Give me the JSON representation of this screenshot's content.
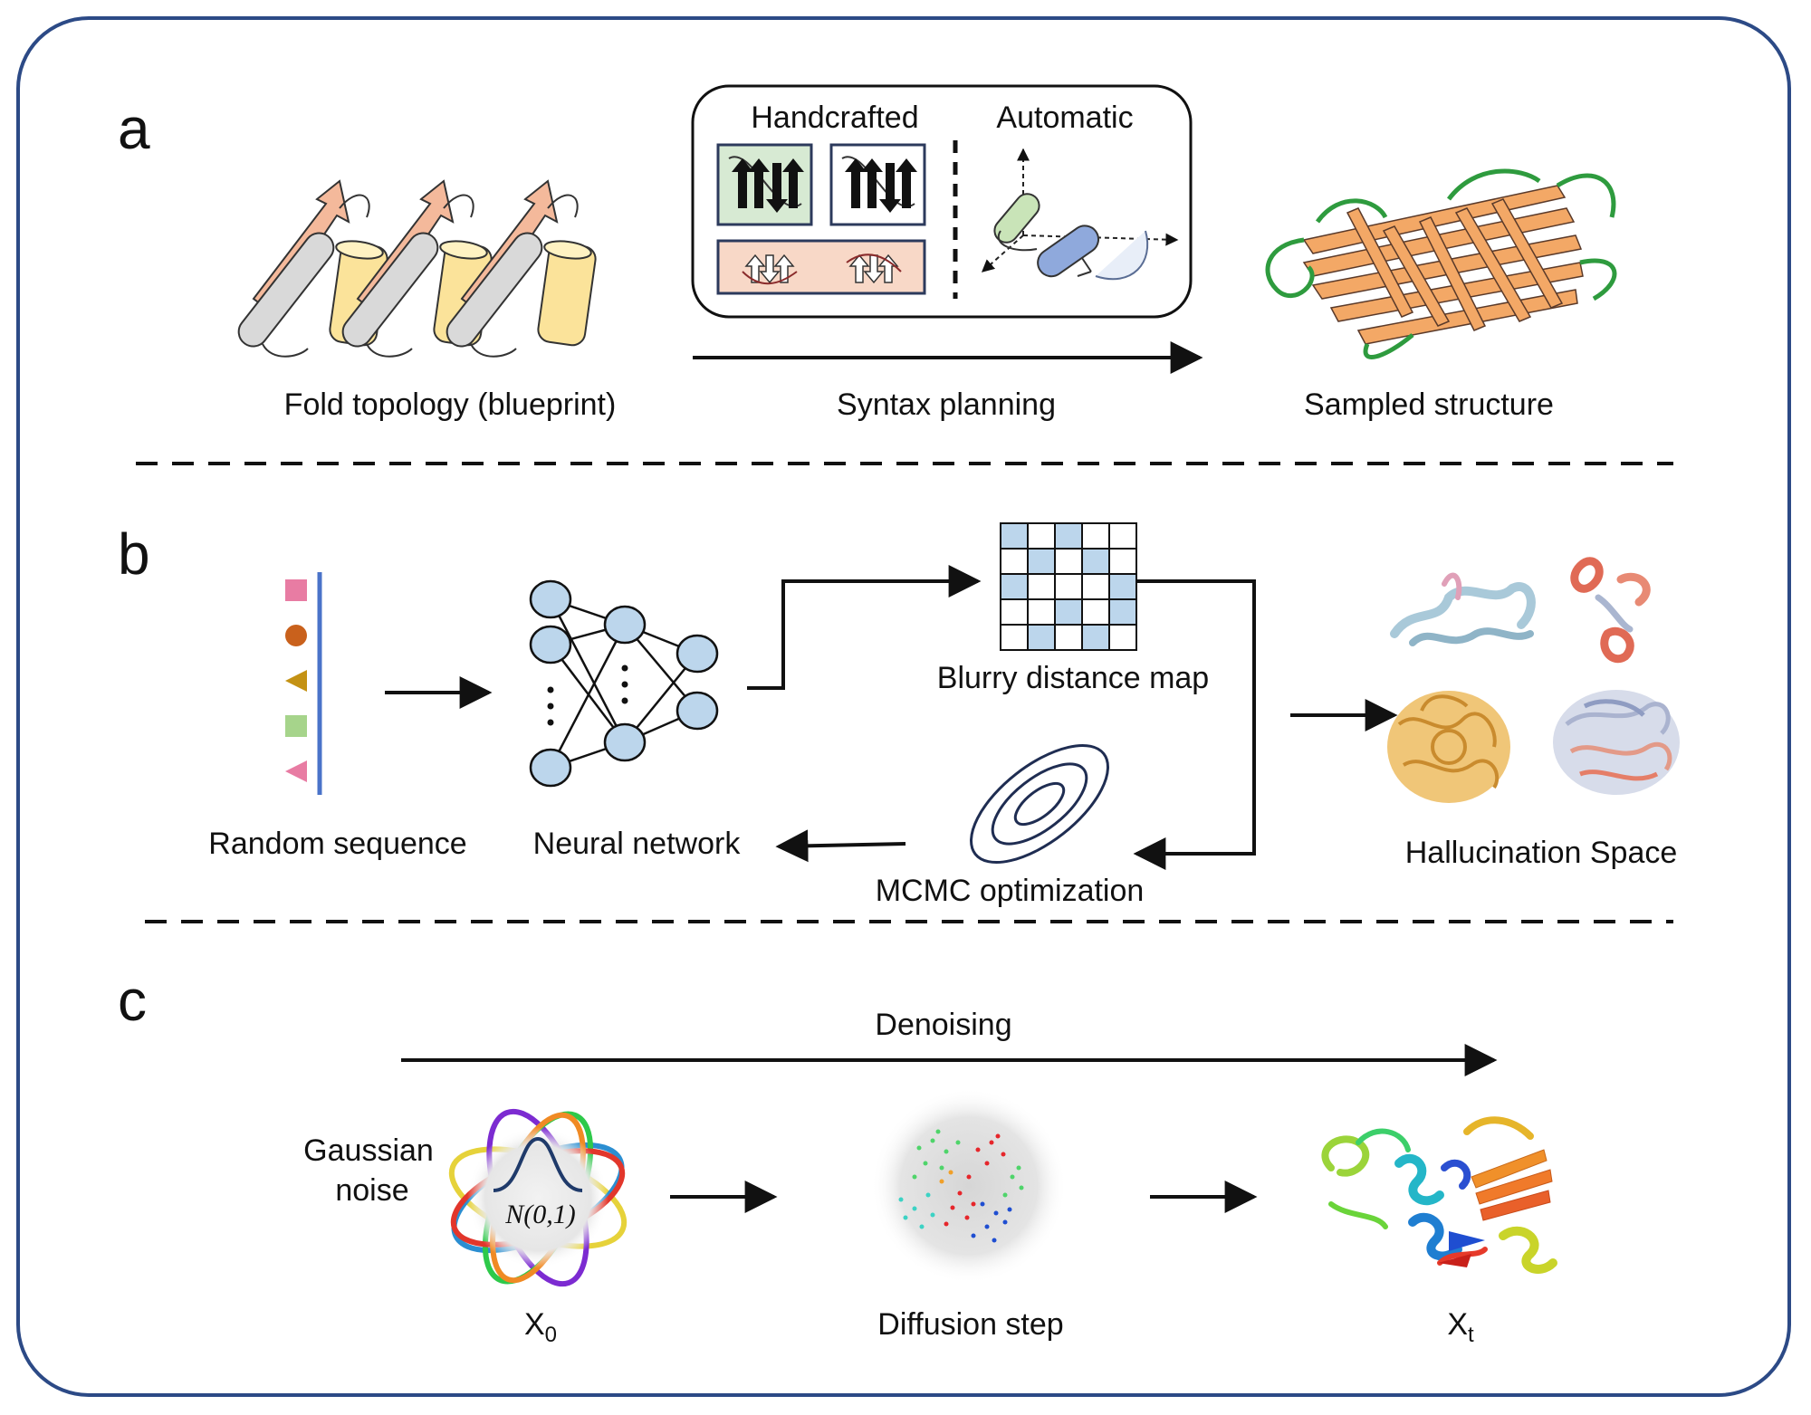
{
  "colors": {
    "frame": "#2c4a86",
    "strand": "#f4b99b",
    "helix": "#fbe39a",
    "coil_gray": "#d9d9d9",
    "grid_fill": "#bcd6ec",
    "neuron_fill": "#bcd6ec",
    "beta_sheet": "#f3a866",
    "loop_green": "#2e9b3e"
  },
  "panels": {
    "a": {
      "letter": "a",
      "blueprint_caption": "Fold topology (blueprint)",
      "handcrafted_title": "Handcrafted",
      "automatic_title": "Automatic",
      "arrow_caption": "Syntax planning",
      "result_caption": "Sampled structure"
    },
    "b": {
      "letter": "b",
      "sequence_caption": "Random sequence",
      "network_caption": "Neural network",
      "map_caption": "Blurry distance map",
      "mcmc_caption": "MCMC optimization",
      "space_caption": "Hallucination Space"
    },
    "c": {
      "letter": "c",
      "denoise_caption": "Denoising",
      "noise_caption_line1": "Gaussian",
      "noise_caption_line2": "noise",
      "distribution": "N(0,1)",
      "x0_base": "X",
      "x0_sub": "0",
      "diffusion_caption": "Diffusion step",
      "xt_base": "X",
      "xt_sub": "t"
    }
  }
}
